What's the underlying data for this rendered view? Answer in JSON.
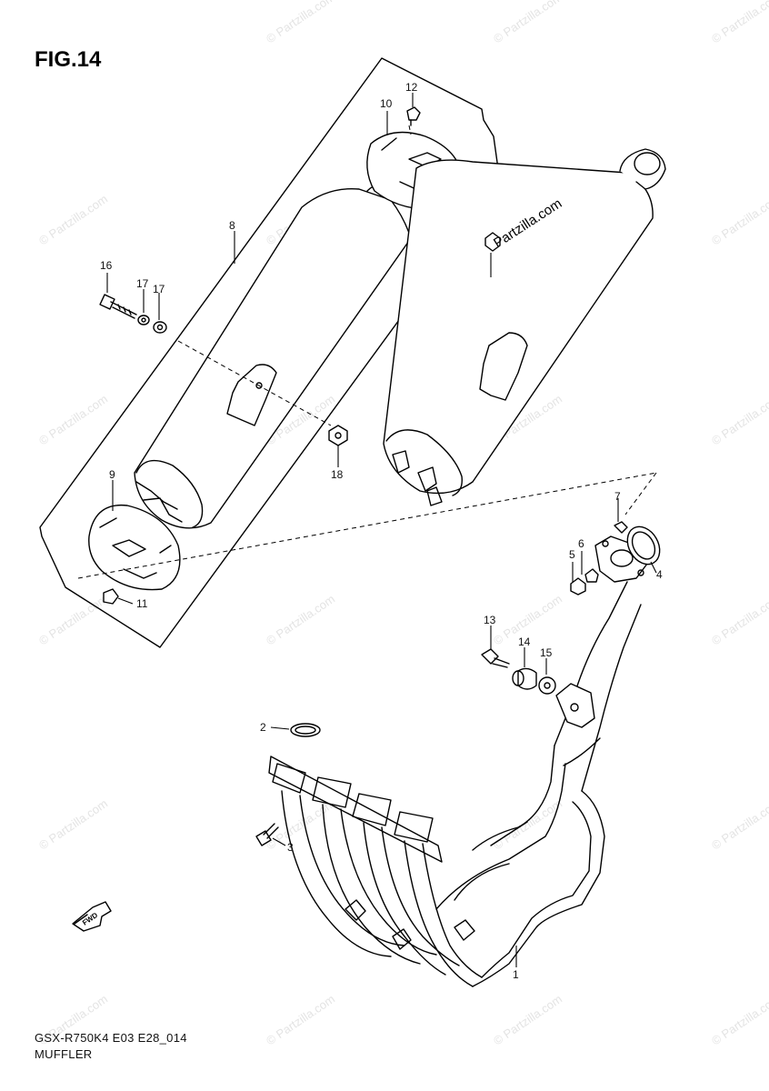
{
  "figure": {
    "title": "FIG.14"
  },
  "footer": {
    "model_code": "GSX-R750K4 E03 E28_014",
    "section_name": "MUFFLER"
  },
  "watermark": {
    "text": "© Partzilla.com"
  },
  "brand_mark": {
    "text": "Partzilla.com"
  },
  "direction_indicator": {
    "label": "FWD"
  },
  "callouts": [
    {
      "id": "c1",
      "number": "1"
    },
    {
      "id": "c2",
      "number": "2"
    },
    {
      "id": "c3",
      "number": "3"
    },
    {
      "id": "c4",
      "number": "4"
    },
    {
      "id": "c5",
      "number": "5"
    },
    {
      "id": "c6",
      "number": "6"
    },
    {
      "id": "c7",
      "number": "7"
    },
    {
      "id": "c8",
      "number": "8"
    },
    {
      "id": "c9",
      "number": "9"
    },
    {
      "id": "c10",
      "number": "10"
    },
    {
      "id": "c11",
      "number": "11"
    },
    {
      "id": "c12",
      "number": "12"
    },
    {
      "id": "c13",
      "number": "13"
    },
    {
      "id": "c14",
      "number": "14"
    },
    {
      "id": "c15",
      "number": "15"
    },
    {
      "id": "c16",
      "number": "16"
    },
    {
      "id": "c17a",
      "number": "17"
    },
    {
      "id": "c17b",
      "number": "17"
    },
    {
      "id": "c18",
      "number": "18"
    }
  ]
}
